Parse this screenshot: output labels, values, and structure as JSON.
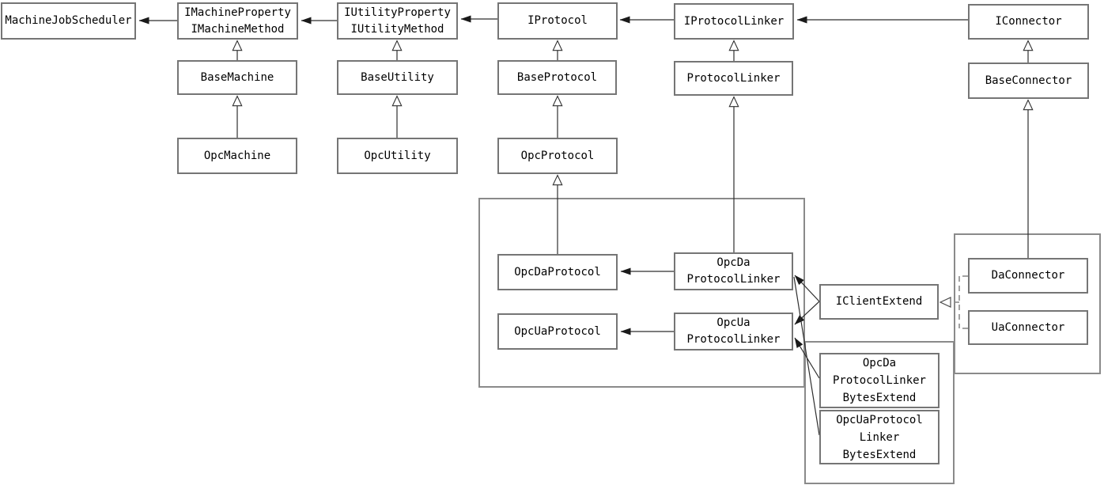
{
  "diagram": {
    "kind": "uml-class-dependency-diagram",
    "nodes": {
      "machine_job_scheduler": {
        "label": "MachineJobScheduler"
      },
      "i_machine": {
        "label": "IMachineProperty\nIMachineMethod"
      },
      "i_utility": {
        "label": "IUtilityProperty\nIUtilityMethod"
      },
      "i_protocol": {
        "label": "IProtocol"
      },
      "i_protocol_linker": {
        "label": "IProtocolLinker"
      },
      "i_connector": {
        "label": "IConnector"
      },
      "base_machine": {
        "label": "BaseMachine"
      },
      "base_utility": {
        "label": "BaseUtility"
      },
      "base_protocol": {
        "label": "BaseProtocol"
      },
      "protocol_linker": {
        "label": "ProtocolLinker"
      },
      "base_connector": {
        "label": "BaseConnector"
      },
      "opc_machine": {
        "label": "OpcMachine"
      },
      "opc_utility": {
        "label": "OpcUtility"
      },
      "opc_protocol": {
        "label": "OpcProtocol"
      },
      "opc_da_protocol": {
        "label": "OpcDaProtocol"
      },
      "opc_da_protocol_linker": {
        "label": "OpcDa\nProtocolLinker"
      },
      "opc_ua_protocol": {
        "label": "OpcUaProtocol"
      },
      "opc_ua_protocol_linker": {
        "label": "OpcUa\nProtocolLinker"
      },
      "i_client_extend": {
        "label": "IClientExtend"
      },
      "da_connector": {
        "label": "DaConnector"
      },
      "ua_connector": {
        "label": "UaConnector"
      },
      "opc_da_pl_bytes_extend": {
        "label": "OpcDa\nProtocolLinker\nBytesExtend"
      },
      "opc_ua_pl_bytes_extend": {
        "label": "OpcUaProtocol\nLinker\nBytesExtend"
      }
    },
    "relationships": [
      {
        "from": "IMachineProperty/IMachineMethod",
        "to": "MachineJobScheduler",
        "type": "arrow"
      },
      {
        "from": "IUtilityProperty/IUtilityMethod",
        "to": "IMachineProperty/IMachineMethod",
        "type": "arrow"
      },
      {
        "from": "IProtocol",
        "to": "IUtilityProperty/IUtilityMethod",
        "type": "arrow"
      },
      {
        "from": "IProtocolLinker",
        "to": "IProtocol",
        "type": "arrow"
      },
      {
        "from": "IConnector",
        "to": "IProtocolLinker",
        "type": "arrow"
      },
      {
        "from": "OpcDaProtocolLinker",
        "to": "OpcDaProtocol",
        "type": "arrow"
      },
      {
        "from": "OpcUaProtocolLinker",
        "to": "OpcUaProtocol",
        "type": "arrow"
      },
      {
        "from": "IClientExtend",
        "to": "OpcDaProtocolLinker",
        "type": "arrow"
      },
      {
        "from": "IClientExtend",
        "to": "OpcUaProtocolLinker",
        "type": "arrow"
      },
      {
        "from": "OpcDaProtocolLinkerBytesExtend",
        "to": "OpcUaProtocolLinker",
        "type": "arrow"
      },
      {
        "from": "OpcUaProtocolLinkerBytesExtend",
        "to": "OpcDaProtocolLinker",
        "type": "arrow"
      },
      {
        "from": "BaseMachine",
        "to": "IMachineProperty/IMachineMethod",
        "type": "inheritance"
      },
      {
        "from": "OpcMachine",
        "to": "BaseMachine",
        "type": "inheritance"
      },
      {
        "from": "BaseUtility",
        "to": "IUtilityProperty/IUtilityMethod",
        "type": "inheritance"
      },
      {
        "from": "OpcUtility",
        "to": "BaseUtility",
        "type": "inheritance"
      },
      {
        "from": "BaseProtocol",
        "to": "IProtocol",
        "type": "inheritance"
      },
      {
        "from": "OpcProtocol",
        "to": "BaseProtocol",
        "type": "inheritance"
      },
      {
        "from": "OpcDaProtocol",
        "to": "OpcProtocol",
        "type": "inheritance"
      },
      {
        "from": "ProtocolLinker",
        "to": "IProtocolLinker",
        "type": "inheritance"
      },
      {
        "from": "OpcDaProtocolLinker",
        "to": "ProtocolLinker",
        "type": "inheritance"
      },
      {
        "from": "BaseConnector",
        "to": "IConnector",
        "type": "inheritance"
      },
      {
        "from": "DaConnector",
        "to": "BaseConnector",
        "type": "inheritance"
      },
      {
        "from": "DaConnector",
        "to": "IClientExtend",
        "type": "realization"
      },
      {
        "from": "UaConnector",
        "to": "IClientExtend",
        "type": "realization"
      }
    ],
    "colors": {
      "box_border": "#757575",
      "group_border": "#8a8a8a",
      "line": "#2e2e2e",
      "dashed": "#8a8a8a",
      "text": "#000000",
      "background": "#ffffff"
    }
  }
}
